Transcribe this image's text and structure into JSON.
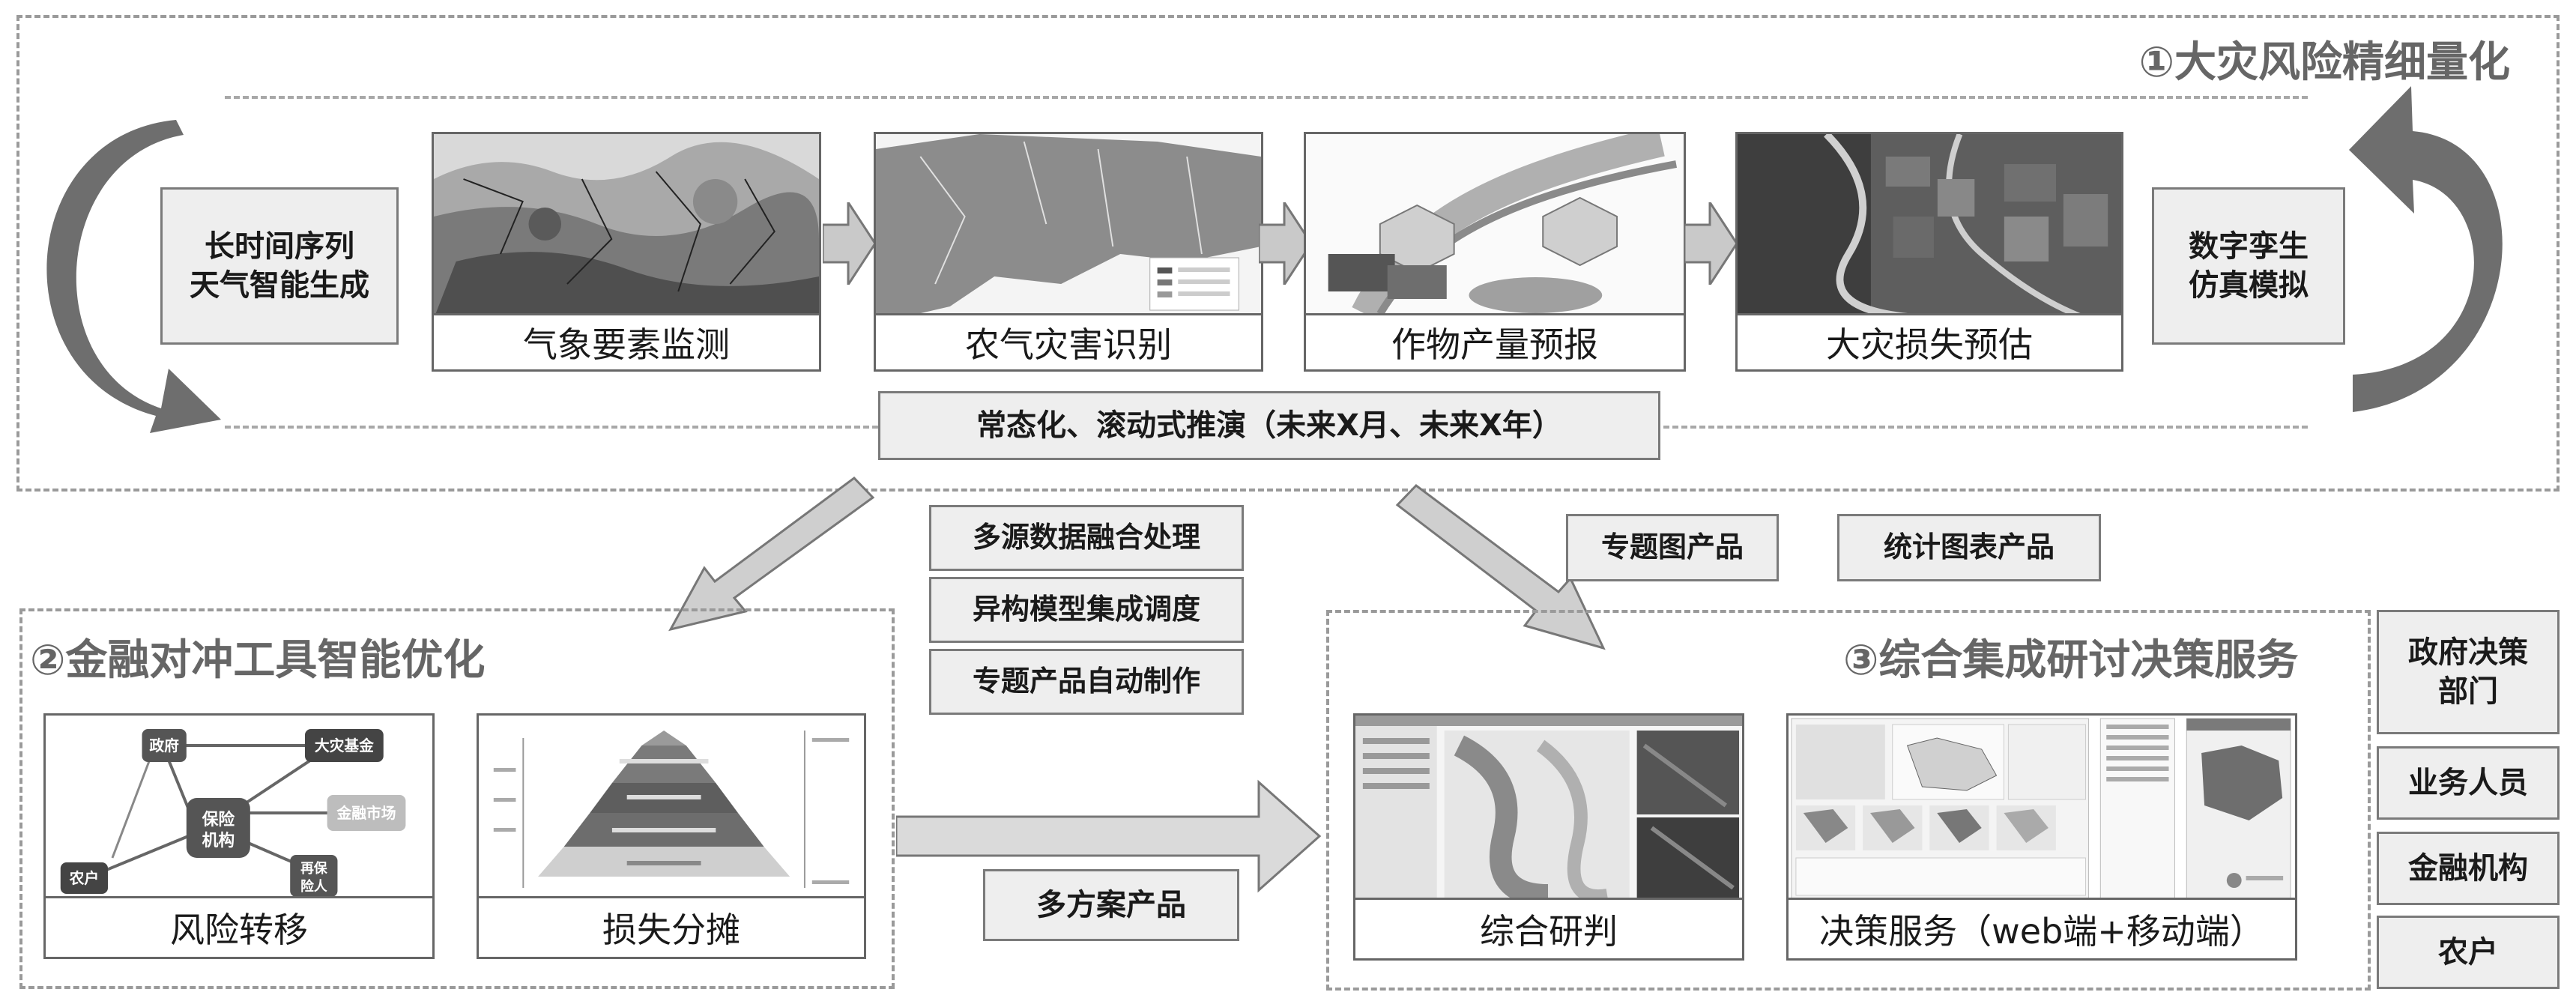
{
  "section1": {
    "title": "①大灾风险精细量化",
    "left_box": [
      "长时间序列",
      "天气智能生成"
    ],
    "right_box": [
      "数字孪生",
      "仿真模拟"
    ],
    "panels": [
      "气象要素监测",
      "农气灾害识别",
      "作物产量预报",
      "大灾损失预估"
    ],
    "bottom_box": "常态化、滚动式推演（未来X月、未来X年）"
  },
  "middle": {
    "stack": [
      "多源数据融合处理",
      "异构模型集成调度",
      "专题产品自动制作"
    ],
    "multi_plan": "多方案产品",
    "products": [
      "专题图产品",
      "统计图表产品"
    ]
  },
  "section2": {
    "title": "②金融对冲工具智能优化",
    "panels": [
      "风险转移",
      "损失分摊"
    ],
    "network": {
      "government": "政府",
      "disaster_fund": "大灾基金",
      "insurer": [
        "保险",
        "机构"
      ],
      "financial_market": "金融市场",
      "farmer": "农户",
      "reinsurer": [
        "再保",
        "险人"
      ]
    }
  },
  "section3": {
    "title": "③综合集成研讨决策服务",
    "panels": [
      "综合研判",
      "决策服务（web端+移动端）"
    ]
  },
  "users": [
    "政府决策部门",
    "业务人员",
    "金融机构",
    "农户"
  ]
}
